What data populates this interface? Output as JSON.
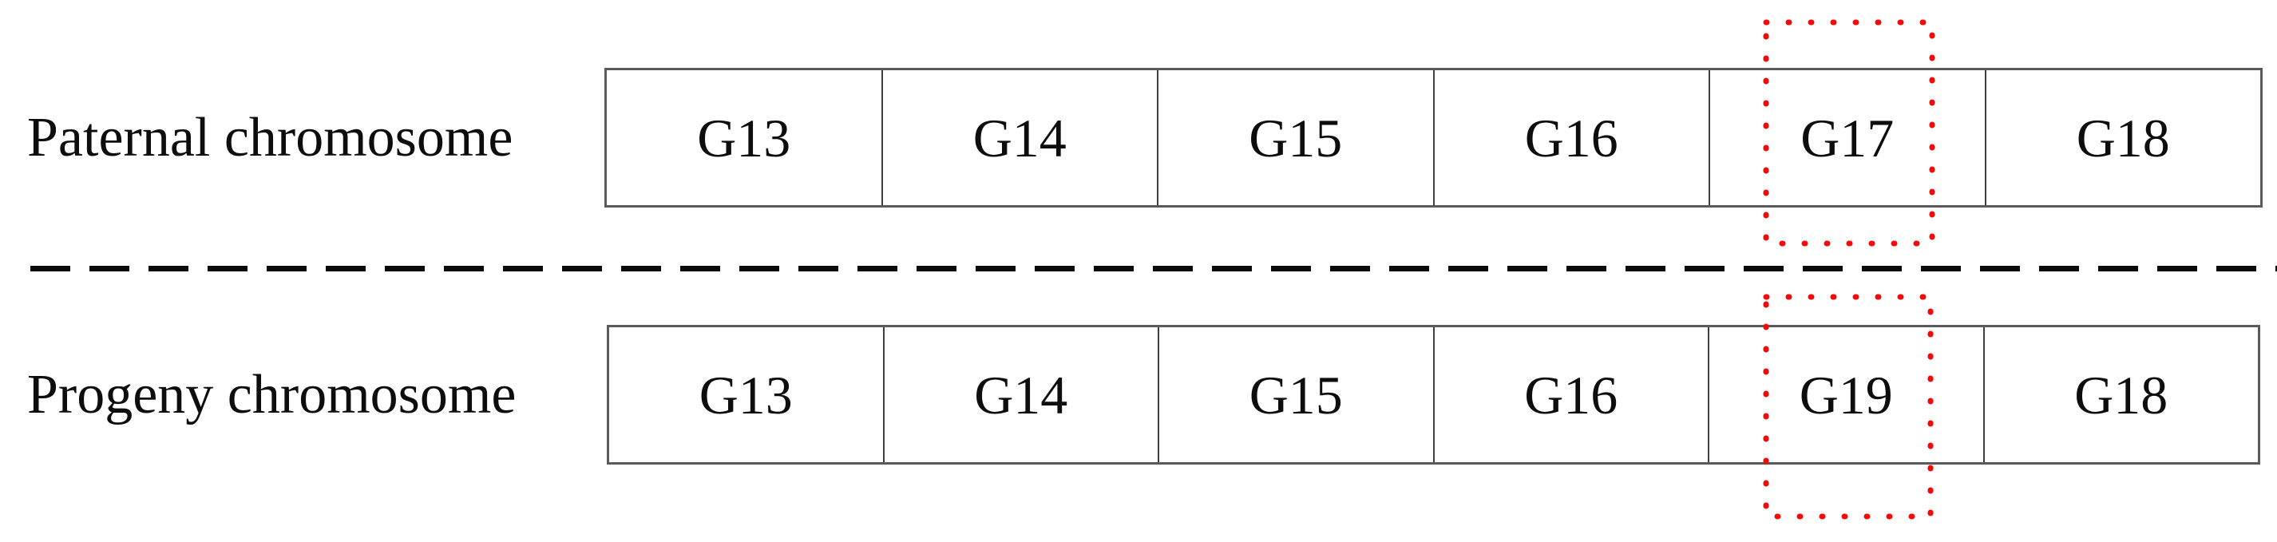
{
  "figure": {
    "paternal": {
      "label": "Paternal chromosome",
      "genes": [
        "G13",
        "G14",
        "G15",
        "G16",
        "G17",
        "G18"
      ],
      "highlighted_gene": "G17"
    },
    "progeny": {
      "label": "Progeny chromosome",
      "genes": [
        "G13",
        "G14",
        "G15",
        "G16",
        "G19",
        "G18"
      ],
      "highlighted_gene": "G19"
    },
    "highlight_color": "#fa0707"
  }
}
